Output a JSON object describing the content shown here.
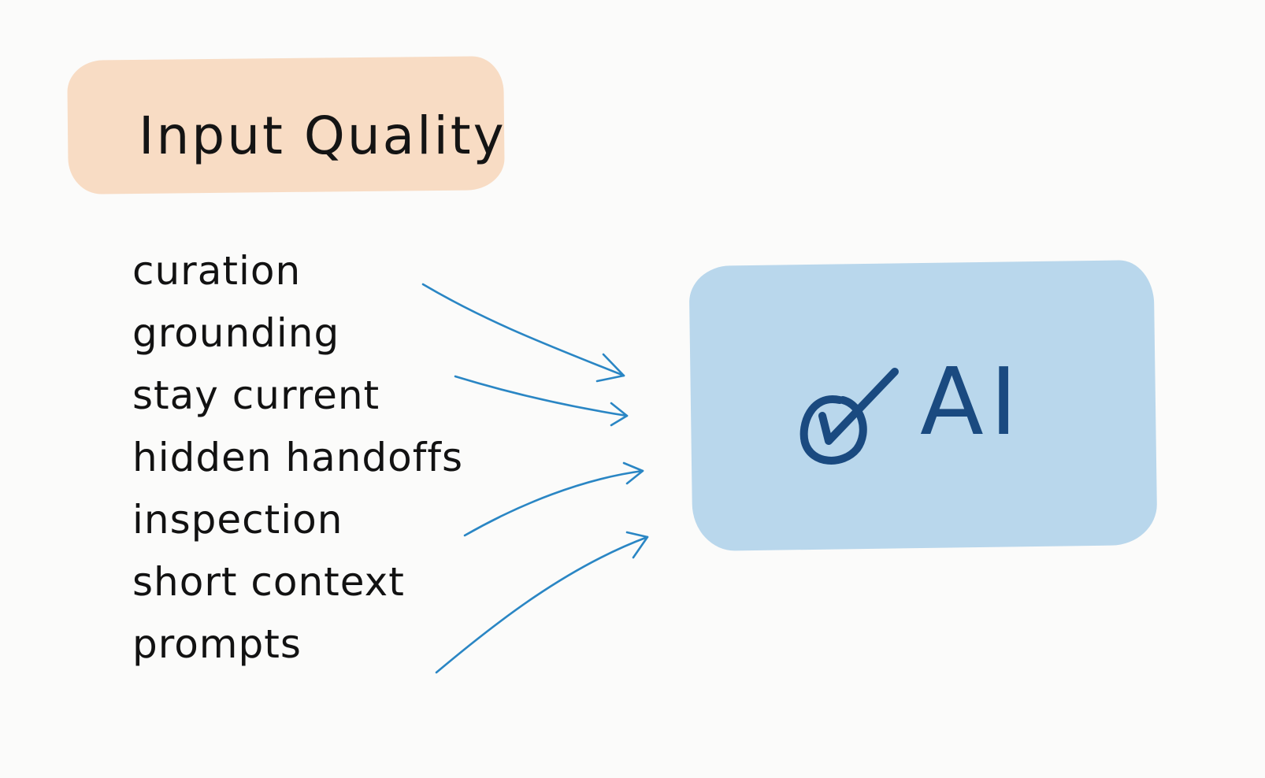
{
  "title": "Input Quality",
  "items": [
    "curation",
    "grounding",
    "stay current",
    "hidden handoffs",
    "inspection",
    "short context",
    "prompts"
  ],
  "target_label": "AI",
  "target_icon": "check-circle-icon",
  "colors": {
    "background": "#fbfbfa",
    "title_box": "#f8dcc4",
    "ai_box": "#b9d7ec",
    "ai_text": "#1a4a80",
    "arrows": "#2a86c4",
    "text": "#121212"
  }
}
